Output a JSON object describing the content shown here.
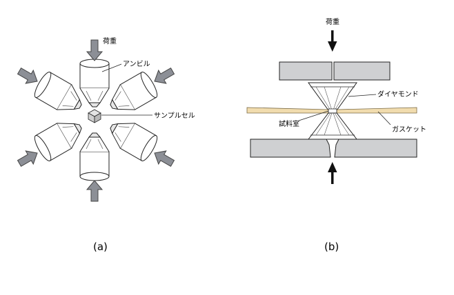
{
  "panel_a": {
    "caption": "(a)",
    "labels": {
      "load": "荷重",
      "anvil": "アンビル",
      "sample_cell": "サンプルセル"
    }
  },
  "panel_b": {
    "caption": "(b)",
    "labels": {
      "load": "荷重",
      "diamond": "ダイヤモンド",
      "sample_chamber": "試料室",
      "gasket": "ガスケット"
    }
  },
  "colors": {
    "arrow_fill": "#8c8f96",
    "steel": "#cfd0d2",
    "gasket": "#f1dcae",
    "outline": "#222222"
  }
}
